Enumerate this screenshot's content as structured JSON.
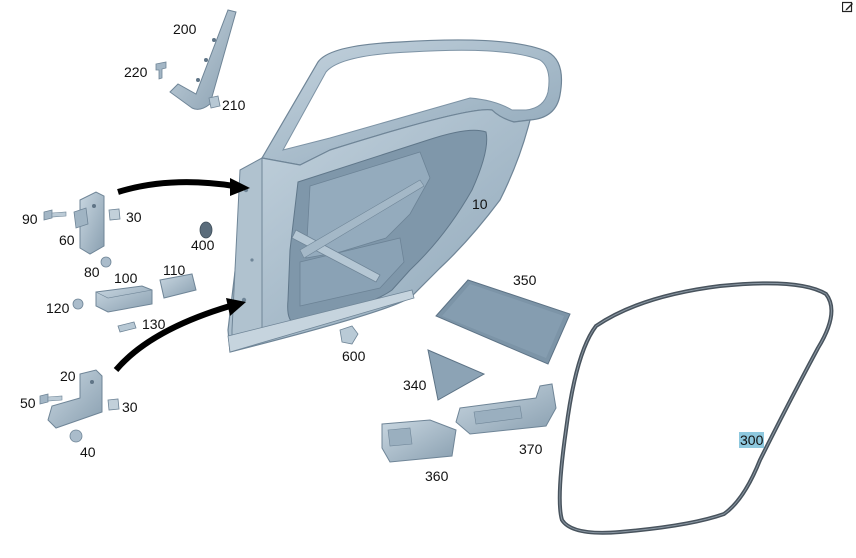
{
  "diagram": {
    "part_labels": {
      "p10": "10",
      "p20": "20",
      "p30a": "30",
      "p30b": "30",
      "p40": "40",
      "p50": "50",
      "p60": "60",
      "p80": "80",
      "p90": "90",
      "p100": "100",
      "p110": "110",
      "p120": "120",
      "p130": "130",
      "p200": "200",
      "p210": "210",
      "p220": "220",
      "p300": "300",
      "p340": "340",
      "p350": "350",
      "p360": "360",
      "p370": "370",
      "p400": "400",
      "p600": "600"
    },
    "highlighted_part": "300",
    "colors": {
      "part_fill": "#a9bccb",
      "part_shade": "#7f97aa",
      "part_light": "#c7d6e1",
      "seal": "#4b5560",
      "arrow": "#000000",
      "highlight": "#8ec8de"
    },
    "icons": {
      "corner": "edit-icon"
    }
  }
}
